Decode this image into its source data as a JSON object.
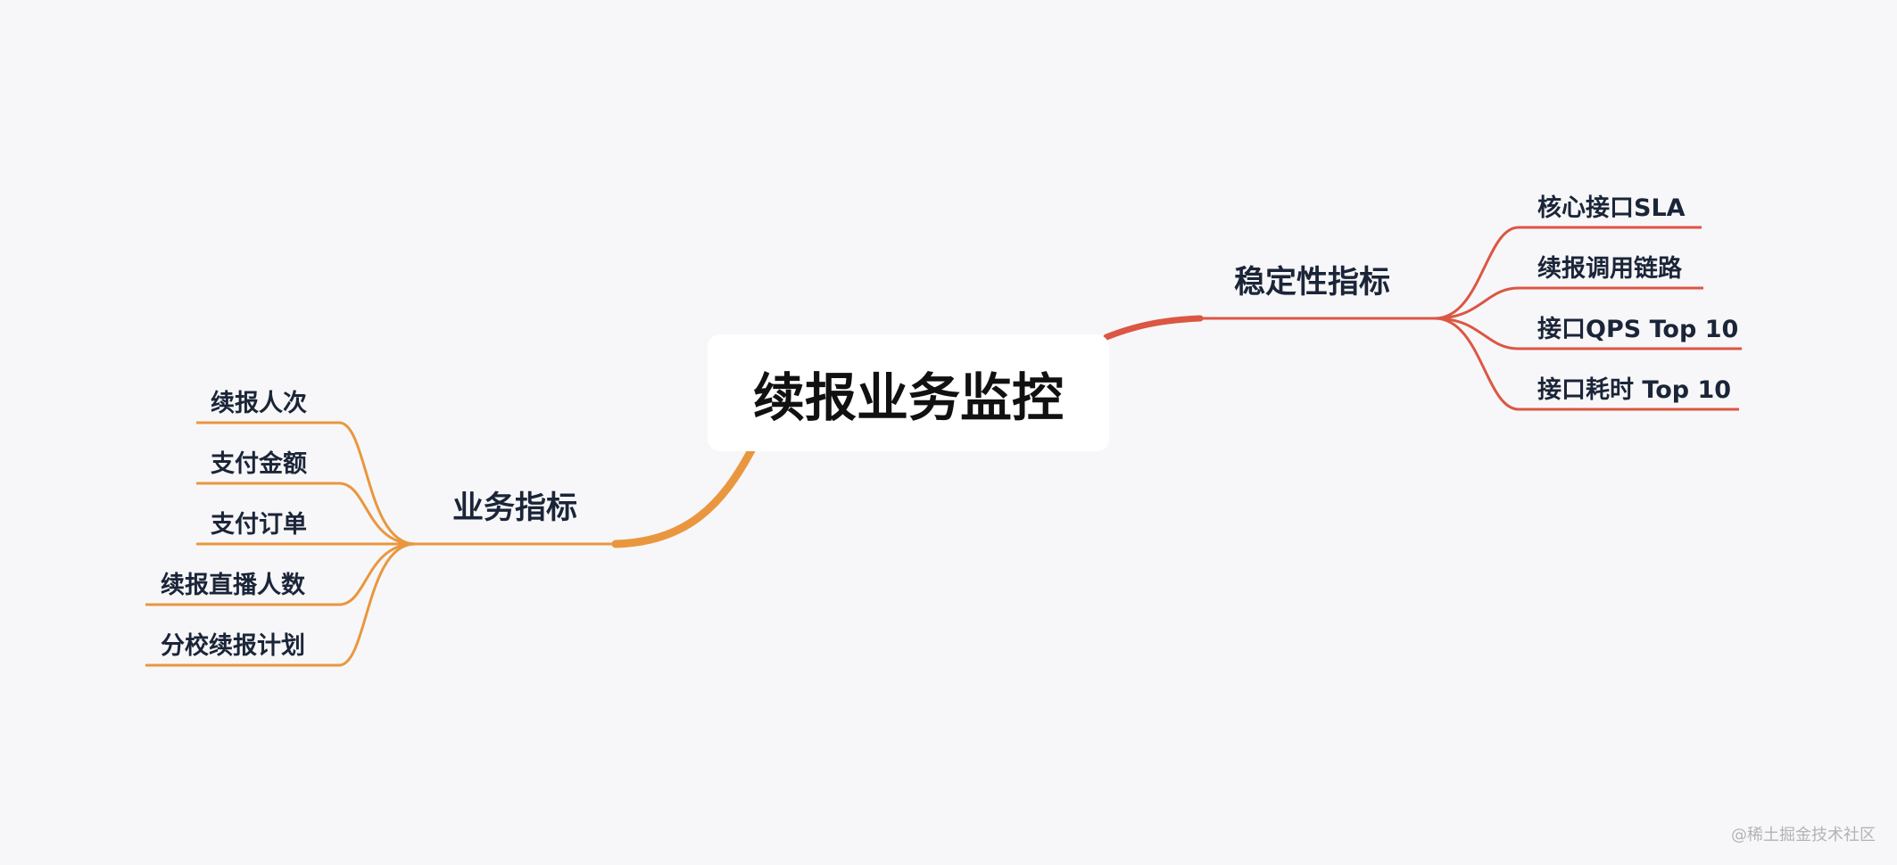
{
  "root": {
    "title": "续报业务监控"
  },
  "branches": {
    "stability": {
      "label": "稳定性指标",
      "color": "#dc5644",
      "leaves": [
        "核心接口SLA",
        "续报调用链路",
        "接口QPS Top 10",
        "接口耗时 Top 10"
      ]
    },
    "business": {
      "label": "业务指标",
      "color": "#e9973f",
      "leaves": [
        "续报人次",
        "支付金额",
        "支付订单",
        "续报直播人数",
        "分校续报计划"
      ]
    }
  },
  "watermark": "@稀土掘金技术社区"
}
